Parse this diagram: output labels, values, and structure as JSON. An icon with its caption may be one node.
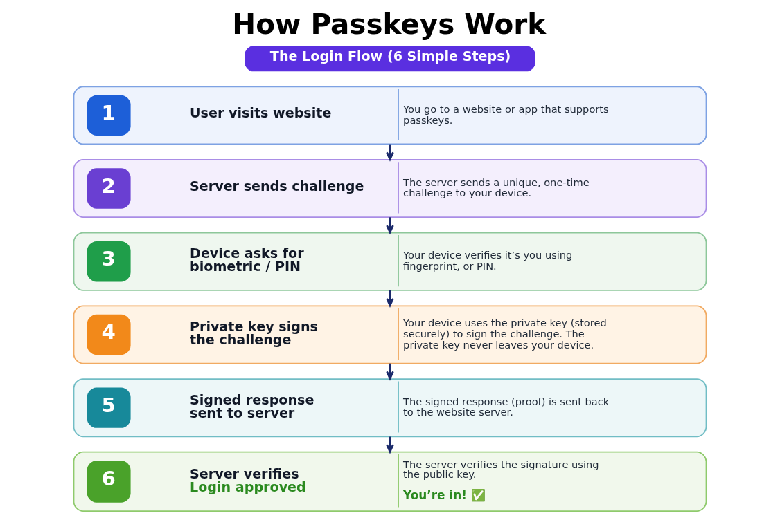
{
  "diagram": {
    "title": "How Passkeys Work",
    "nodes": [
      {
        "text": [
          "The Login Flow (6 Simple Steps)"
        ]
      },
      {
        "text": [
          "1",
          "User visits website",
          "You go to a website or app that supports passkeys."
        ]
      },
      {
        "text": [
          "2",
          "Server sends challenge",
          "The server sends a unique, one-time challenge to your device."
        ]
      },
      {
        "text": [
          "3",
          "Device asks for biometric / PIN",
          "Your device verifies it’s you using fingerprint, or PIN."
        ]
      },
      {
        "text": [
          "4",
          "Private key signs the challenge",
          "Your device uses the private key (stored securely) to sign the challenge. The private key never leaves your device."
        ]
      },
      {
        "text": [
          "5",
          "Signed response sent to server",
          "The signed response (proof) is sent back to the website server."
        ]
      },
      {
        "text": [
          "6",
          "Server verifies",
          "Login approved",
          "The server verifies the signature using the public key.",
          "You’re in! ✅"
        ]
      }
    ],
    "edges": [
      {
        "from": 1,
        "to": 2,
        "arrow": "to"
      },
      {
        "from": 2,
        "to": 3,
        "arrow": "to"
      },
      {
        "from": 3,
        "to": 4,
        "arrow": "to"
      },
      {
        "from": 4,
        "to": 5,
        "arrow": "to"
      },
      {
        "from": 5,
        "to": 6,
        "arrow": "to"
      }
    ]
  }
}
